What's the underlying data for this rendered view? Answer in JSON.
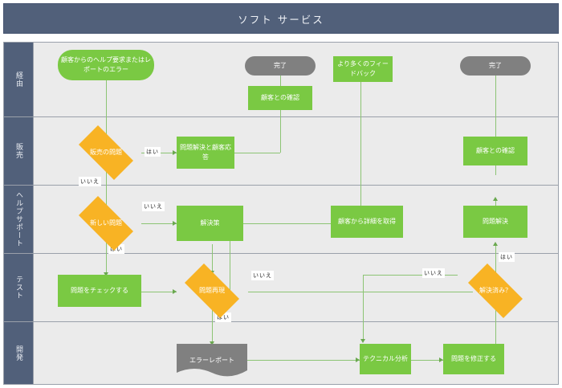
{
  "title": "ソフト サービス",
  "lanes": [
    {
      "id": "lane-1",
      "label": "経由"
    },
    {
      "id": "lane-2",
      "label": "販売"
    },
    {
      "id": "lane-3",
      "label": "ヘルプサポート"
    },
    {
      "id": "lane-4",
      "label": "テスト"
    },
    {
      "id": "lane-5",
      "label": "開発"
    }
  ],
  "nodes": [
    {
      "id": "start",
      "label": "顧客からのヘルプ要求またはレポートのエラー",
      "shape": "terminal",
      "color": "#7ac943"
    },
    {
      "id": "done-left",
      "label": "完了",
      "shape": "done",
      "color": "#808080"
    },
    {
      "id": "more-feedback",
      "label": "より多くのフィードバック",
      "shape": "process",
      "color": "#7ac943"
    },
    {
      "id": "done-right",
      "label": "完了",
      "shape": "done",
      "color": "#808080"
    },
    {
      "id": "confirm-left",
      "label": "顧客との確認",
      "shape": "process",
      "color": "#7ac943"
    },
    {
      "id": "confirm-right",
      "label": "顧客との確認",
      "shape": "process",
      "color": "#7ac943"
    },
    {
      "id": "sales-issue",
      "label": "販売の問題",
      "shape": "diamond",
      "color": "#f8b324"
    },
    {
      "id": "resolve-respond",
      "label": "問題解決と顧客応答",
      "shape": "process",
      "color": "#7ac943"
    },
    {
      "id": "new-issue",
      "label": "新しい問題",
      "shape": "diamond",
      "color": "#f8b324"
    },
    {
      "id": "solution",
      "label": "解決策",
      "shape": "process",
      "color": "#7ac943"
    },
    {
      "id": "get-details",
      "label": "顧客から詳細を取得",
      "shape": "process",
      "color": "#7ac943"
    },
    {
      "id": "issue-resolved",
      "label": "問題解決",
      "shape": "process",
      "color": "#7ac943"
    },
    {
      "id": "check-issue",
      "label": "問題をチェックする",
      "shape": "process",
      "color": "#7ac943"
    },
    {
      "id": "reproduce",
      "label": "問題再現",
      "shape": "diamond",
      "color": "#f8b324"
    },
    {
      "id": "solved-q",
      "label": "解決済み？",
      "shape": "diamond",
      "color": "#f8b324"
    },
    {
      "id": "error-report",
      "label": "エラーレポート",
      "shape": "document",
      "color": "#808080"
    },
    {
      "id": "tech-analysis",
      "label": "テクニカル分析",
      "shape": "process",
      "color": "#7ac943"
    },
    {
      "id": "fix-issue",
      "label": "問題を修正する",
      "shape": "process",
      "color": "#7ac943"
    }
  ],
  "edge_labels": {
    "sales_yes": "はい",
    "sales_no": "いいえ",
    "new_issue_no": "いいえ",
    "new_issue_yes": "はい",
    "reproduce_no": "いいえ",
    "reproduce_yes": "はい",
    "solved_yes": "はい",
    "solved_no": "いいえ"
  },
  "theme": {
    "header_bg": "#51607a",
    "lane_bg": "#ebebeb",
    "process_color": "#7ac943",
    "decision_color": "#f8b324",
    "terminal_gray": "#808080",
    "connector_color": "#8cc474",
    "border_color": "#9aa0aa"
  }
}
